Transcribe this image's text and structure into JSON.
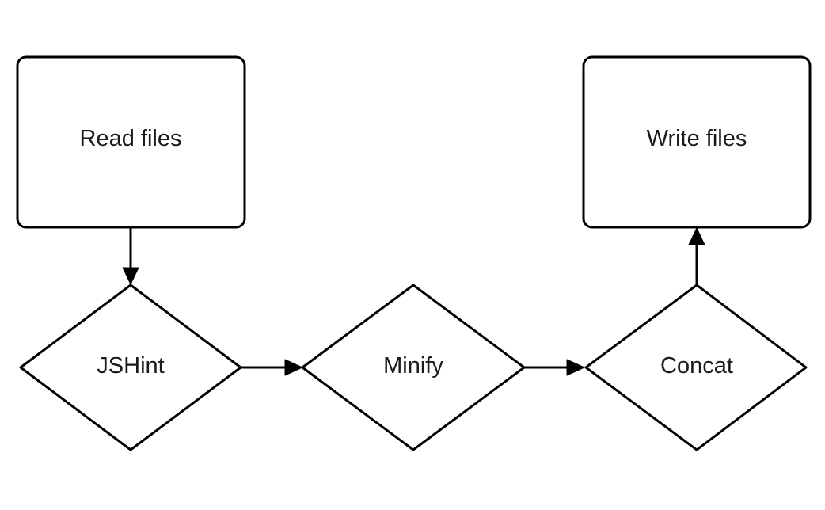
{
  "diagram": {
    "type": "flowchart",
    "nodes": [
      {
        "id": "read",
        "shape": "rounded-rectangle",
        "label": "Read files"
      },
      {
        "id": "jshint",
        "shape": "diamond",
        "label": "JSHint"
      },
      {
        "id": "minify",
        "shape": "diamond",
        "label": "Minify"
      },
      {
        "id": "concat",
        "shape": "diamond",
        "label": "Concat"
      },
      {
        "id": "write",
        "shape": "rounded-rectangle",
        "label": "Write files"
      }
    ],
    "edges": [
      {
        "from": "read",
        "to": "jshint"
      },
      {
        "from": "jshint",
        "to": "minify"
      },
      {
        "from": "minify",
        "to": "concat"
      },
      {
        "from": "concat",
        "to": "write"
      }
    ],
    "stroke_color": "#000000",
    "fill_color": "#ffffff",
    "text_color": "#1a1a1a"
  }
}
